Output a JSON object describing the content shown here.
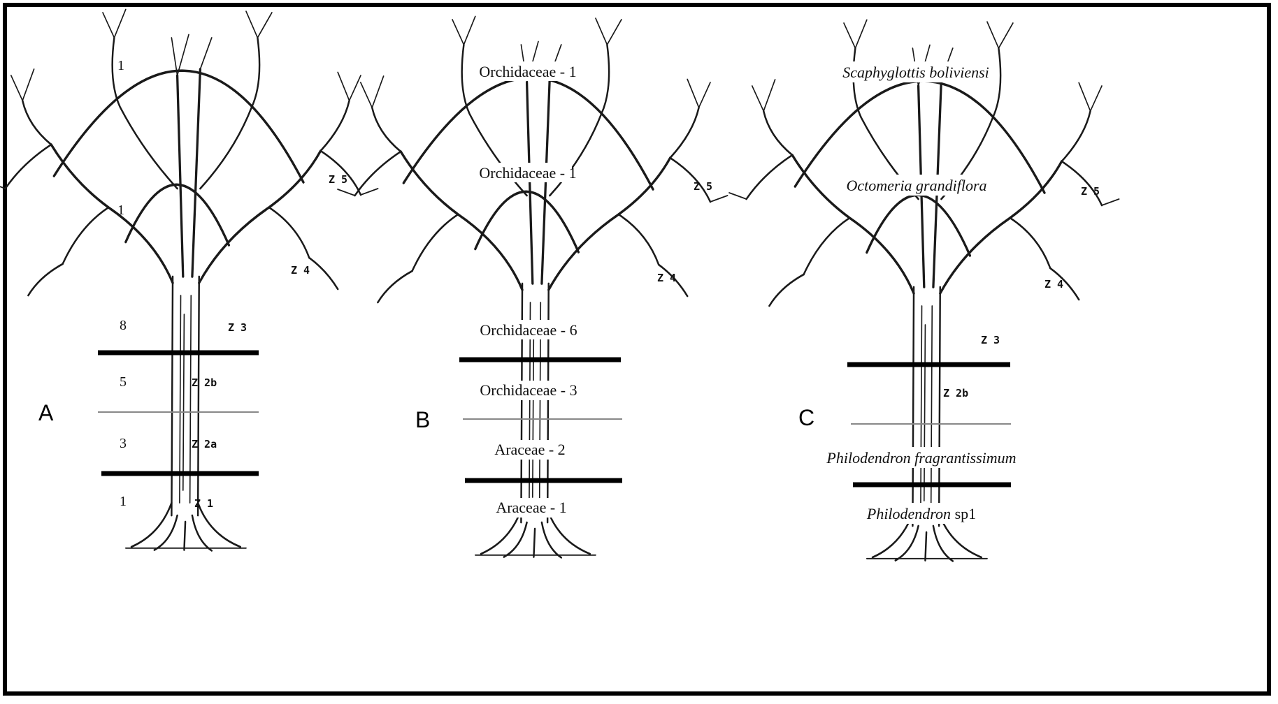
{
  "panels": [
    {
      "letter": "A",
      "counts": {
        "z5_outer": "1",
        "z5_inner": "1",
        "z3": "8",
        "z2b": "5",
        "z2a": "3",
        "z1": "1"
      },
      "zones": {
        "z5": "Z 5",
        "z4": "Z 4",
        "z3": "Z 3",
        "z2b": "Z 2b",
        "z2a": "Z 2a",
        "z1": "Z 1"
      }
    },
    {
      "letter": "B",
      "labels": {
        "z5_outer": "Orchidaceae - 1",
        "z5_inner": "Orchidaceae - 1",
        "z3": "Orchidaceae - 6",
        "z2b": "Orchidaceae - 3",
        "z2a": "Araceae - 2",
        "z1": "Araceae - 1"
      },
      "zones": {
        "z5": "Z 5",
        "z4": "Z 4"
      }
    },
    {
      "letter": "C",
      "labels": {
        "z5_outer": "Scaphyglottis boliviensi",
        "z5_inner": "Octomeria grandiflora",
        "z2a": "Philodendron fragrantissimum",
        "z1_genus": "Philodendron",
        "z1_rest": " sp1"
      },
      "zones": {
        "z5": "Z 5",
        "z4": "Z 4",
        "z3": "Z 3",
        "z2b": "Z 2b"
      }
    }
  ]
}
